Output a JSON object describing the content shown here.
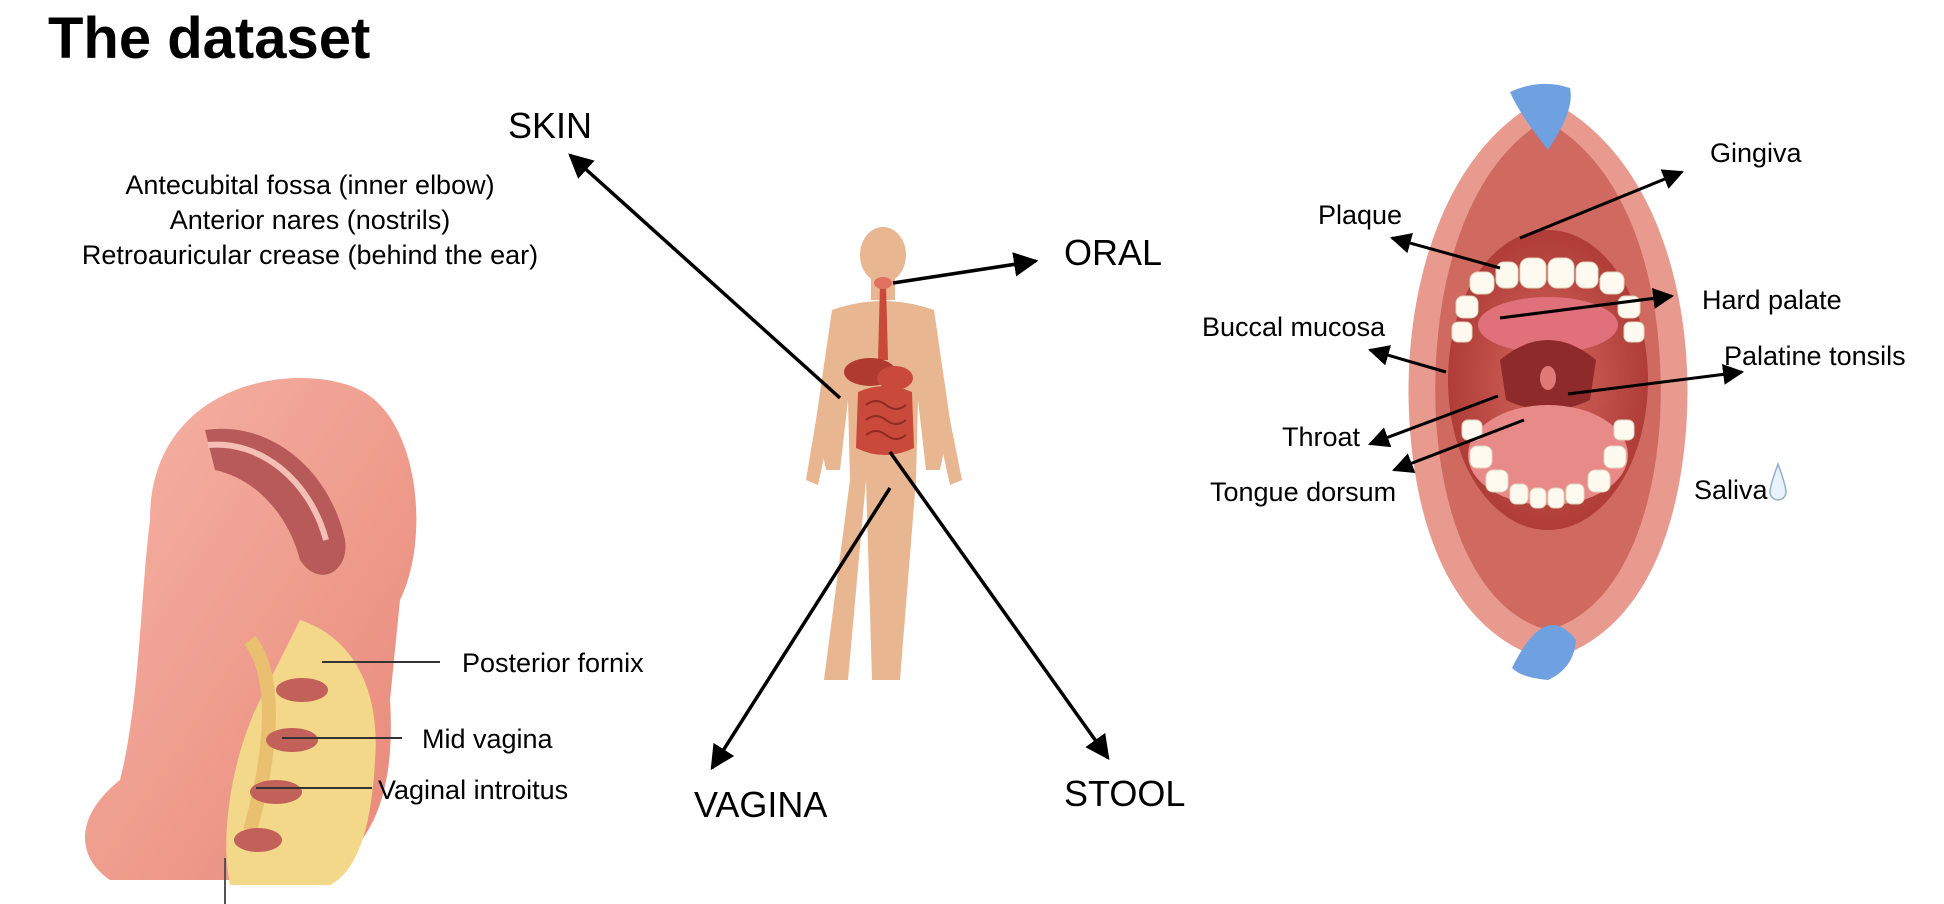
{
  "title": "The dataset",
  "sites": {
    "skin": "SKIN",
    "oral": "ORAL",
    "vagina": "VAGINA",
    "stool": "STOOL"
  },
  "skin_sites": [
    "Antecubital fossa (inner elbow)",
    "Anterior nares (nostrils)",
    "Retroauricular crease (behind the ear)"
  ],
  "oral_sites": {
    "gingiva": "Gingiva",
    "plaque": "Plaque",
    "hard_palate": "Hard palate",
    "buccal_mucosa": "Buccal mucosa",
    "palatine_tonsils": "Palatine tonsils",
    "throat": "Throat",
    "tongue_dorsum": "Tongue dorsum",
    "saliva": "Saliva"
  },
  "vaginal_sites": {
    "posterior_fornix": "Posterior fornix",
    "mid_vagina": "Mid vagina",
    "vaginal_introitus": "Vaginal introitus"
  },
  "colors": {
    "body": "#e8b690",
    "organ": "#c9493a",
    "tissue_pink": "#f0a094",
    "tissue_yellow": "#f3d88a",
    "mouth_red": "#c8403a",
    "tongue": "#e88a88",
    "tooth": "#fffaf0",
    "retractor_blue": "#6fa0e0"
  }
}
